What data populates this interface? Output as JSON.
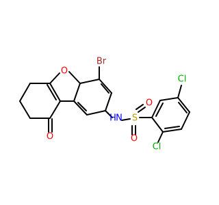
{
  "molecule": {
    "atoms": {
      "br": {
        "label": "Br",
        "color": "#a52a2a"
      },
      "o_furan": {
        "label": "O",
        "color": "#ff0000"
      },
      "o_ketone": {
        "label": "O",
        "color": "#ff0000"
      },
      "nh": {
        "label": "N",
        "h_label": "H",
        "color": "#0000ff"
      },
      "s": {
        "label": "S",
        "color": "#b8a000"
      },
      "o_s1": {
        "label": "O",
        "color": "#ff0000"
      },
      "o_s2": {
        "label": "O",
        "color": "#ff0000"
      },
      "cl_top": {
        "label": "Cl",
        "color": "#00b000"
      },
      "cl_bottom": {
        "label": "Cl",
        "color": "#00b000"
      }
    }
  }
}
